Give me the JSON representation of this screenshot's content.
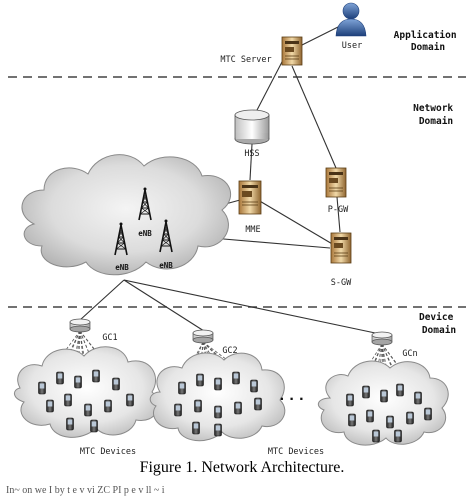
{
  "domains": {
    "application": [
      "Application",
      "Domain"
    ],
    "network": [
      "Network",
      "Domain"
    ],
    "device": [
      "Device",
      "Domain"
    ]
  },
  "nodes": {
    "user": "User",
    "mtc_server": "MTC Server",
    "hss": "HSS",
    "mme": "MME",
    "pgw": "P-GW",
    "sgw": "S-GW",
    "enb1": "eNB",
    "enb2": "eNB",
    "enb3": "eNB",
    "gc1": "GC1",
    "gc2": "GC2",
    "gcn": "GCn",
    "ellipsis": "· · ·",
    "mtc_devices_left": "MTC Devices",
    "mtc_devices_right": "MTC Devices"
  },
  "caption": "Figure 1. Network Architecture.",
  "footer_text": "In~  on    we  I  by t   e    v   vi    ZC    PI    p   e  v  ll  ~   i"
}
